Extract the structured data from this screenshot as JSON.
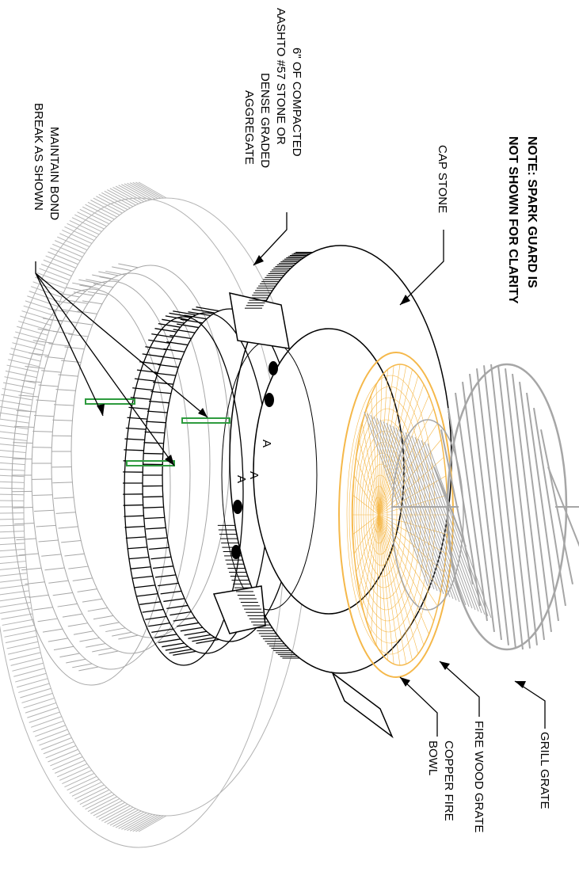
{
  "note": {
    "line1": "NOTE:  SPARK GUARD IS",
    "line2": "NOT SHOWN FOR CLARITY"
  },
  "labels": {
    "cap_stone": "CAP STONE",
    "aggregate": [
      "6\" OF COMPACTED",
      "AASHTO #57 STONE OR",
      "DENSE GRADED",
      "AGGREGATE"
    ],
    "bond_break": [
      "MAINTAIN BOND",
      "BREAK  AS SHOWN"
    ],
    "grill_grate": "GRILL GRATE",
    "fire_wood_grate": "FIRE WOOD GRATE",
    "copper_bowl": [
      "COPPER FIRE",
      "BOWL"
    ]
  },
  "block_marks": [
    "A",
    "A",
    "A"
  ],
  "colors": {
    "line": "#000000",
    "gray": "#a6a6a6",
    "copper": "#f5b84a",
    "bond": "#2e9b3e"
  }
}
